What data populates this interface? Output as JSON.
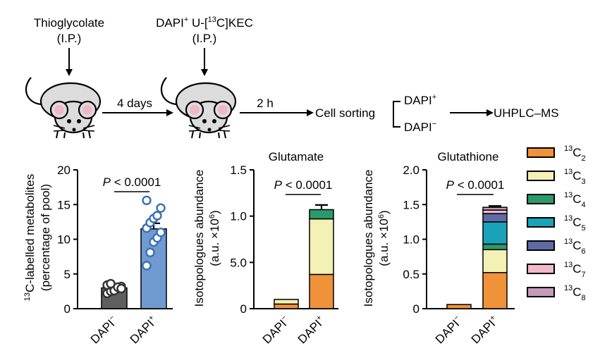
{
  "colors": {
    "orange": "#f0923a",
    "yellow": "#f3f1b3",
    "green": "#2a9a6b",
    "teal": "#1aa3b8",
    "indigo": "#5f6aa6",
    "pink": "#f1b9c9",
    "mauve": "#c49ab8",
    "gray": "#5f5f5f",
    "blue": "#6f9bd0",
    "pointBlue": "#3a6fb5"
  },
  "schematic": {
    "inj1": {
      "line1": "Thioglycolate",
      "line2": "(I.P.)"
    },
    "inj2": {
      "pre": "DAPI",
      "sup": "+",
      "mid": " U-[",
      "iso": "13",
      "post": "C]KEC",
      "line2": "(I.P.)"
    },
    "step1": "4 days",
    "step2": "2 h",
    "cell_sorting": "Cell sorting",
    "dapi_pos": {
      "base": "DAPI",
      "sup": "+"
    },
    "dapi_neg": {
      "base": "DAPI",
      "sup": "−"
    },
    "uhplc": "UHPLC–MS",
    "mouse_icon": "mouse-icon"
  },
  "chart_data": [
    {
      "type": "bar",
      "title": "",
      "ylabel_line1": {
        "sup": "13",
        "text": "C-labelled metabolites"
      },
      "ylabel_line2": "(percentage of pool)",
      "categories": [
        {
          "base": "DAPI",
          "sup": "−"
        },
        {
          "base": "DAPI",
          "sup": "+"
        }
      ],
      "ylim": [
        0,
        20
      ],
      "yticks": [
        0,
        5,
        10,
        15,
        20
      ],
      "values": [
        3.0,
        11.5
      ],
      "errors": [
        0.3,
        0.8
      ],
      "points": [
        [
          2.2,
          2.5,
          2.8,
          3.0,
          3.2,
          3.4,
          3.6,
          2.6,
          3.1,
          2.9
        ],
        [
          6.2,
          8.1,
          9.6,
          10.2,
          11.0,
          11.6,
          12.4,
          13.0,
          13.4,
          14.5,
          15.6
        ]
      ],
      "annotation": {
        "p": "P",
        "text": " < 0.0001"
      }
    },
    {
      "type": "bar",
      "title": "Glutamate",
      "ylabel_line1": "Isotopologues abundance",
      "ylabel_line2": {
        "text": "(a.u. ×10",
        "sup": "6",
        "end": ")"
      },
      "categories": [
        {
          "base": "DAPI",
          "sup": "−"
        },
        {
          "base": "DAPI",
          "sup": "+"
        }
      ],
      "ylim": [
        0,
        1.5
      ],
      "yticks": [
        0,
        0.5,
        1.0,
        1.5
      ],
      "ytick_labels": [
        "0",
        "5.0",
        "1.0",
        "1.5"
      ],
      "series": [
        {
          "name": "13C2",
          "values": [
            0.05,
            0.37
          ],
          "errors": [
            0.0,
            0.1
          ]
        },
        {
          "name": "13C3",
          "values": [
            0.05,
            0.6
          ],
          "errors": [
            0.0,
            0.0
          ]
        },
        {
          "name": "13C4",
          "values": [
            0.0,
            0.1
          ],
          "errors": [
            0.0,
            0.05
          ]
        }
      ],
      "annotation": {
        "p": "P",
        "text": " < 0.0001"
      }
    },
    {
      "type": "bar",
      "title": "Glutathione",
      "ylabel_line1": "Isotopologues abundance",
      "ylabel_line2": {
        "text": "(a.u. ×10",
        "sup": "6",
        "end": ")"
      },
      "categories": [
        {
          "base": "DAPI",
          "sup": "−"
        },
        {
          "base": "DAPI",
          "sup": "+"
        }
      ],
      "ylim": [
        0,
        2.0
      ],
      "yticks": [
        0,
        0.5,
        1.0,
        1.5,
        2.0
      ],
      "ytick_labels": [
        "0",
        "0.5",
        "1.0",
        "1.5",
        "2.0"
      ],
      "series": [
        {
          "name": "13C2",
          "values": [
            0.06,
            0.52
          ],
          "errors": [
            0.0,
            0.14
          ]
        },
        {
          "name": "13C3",
          "values": [
            0.0,
            0.33
          ],
          "errors": [
            0.0,
            0.0
          ]
        },
        {
          "name": "13C4",
          "values": [
            0.0,
            0.08
          ],
          "errors": [
            0.0,
            0.05
          ]
        },
        {
          "name": "13C5",
          "values": [
            0.0,
            0.32
          ],
          "errors": [
            0.0,
            0.0
          ]
        },
        {
          "name": "13C6",
          "values": [
            0.0,
            0.12
          ],
          "errors": [
            0.0,
            0.04
          ]
        },
        {
          "name": "13C7",
          "values": [
            0.0,
            0.05
          ],
          "errors": [
            0.0,
            0.0
          ]
        },
        {
          "name": "13C8",
          "values": [
            0.0,
            0.04
          ],
          "errors": [
            0.0,
            0.02
          ]
        }
      ],
      "annotation": {
        "p": "P",
        "text": " < 0.0001"
      }
    }
  ],
  "legend": [
    {
      "iso": "13",
      "base": "C",
      "sub": "2"
    },
    {
      "iso": "13",
      "base": "C",
      "sub": "3"
    },
    {
      "iso": "13",
      "base": "C",
      "sub": "4"
    },
    {
      "iso": "13",
      "base": "C",
      "sub": "5"
    },
    {
      "iso": "13",
      "base": "C",
      "sub": "6"
    },
    {
      "iso": "13",
      "base": "C",
      "sub": "7"
    },
    {
      "iso": "13",
      "base": "C",
      "sub": "8"
    }
  ]
}
